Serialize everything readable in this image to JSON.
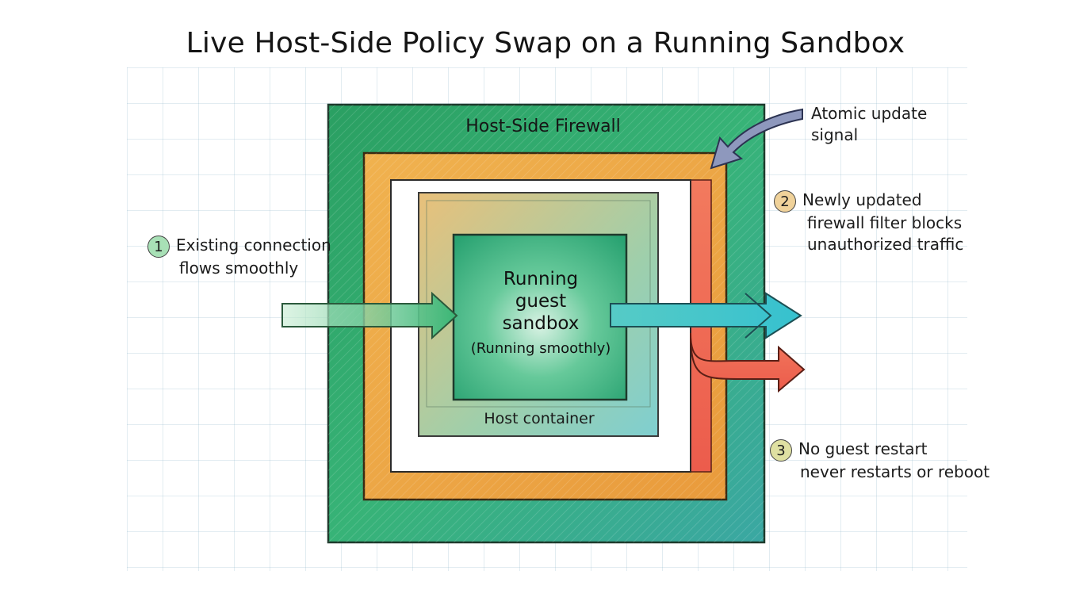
{
  "title": "Live Host-Side Policy Swap on a Running Sandbox",
  "firewall": {
    "label": "Host-Side Firewall"
  },
  "guest": {
    "line1": "Running",
    "line2": "guest",
    "line3": "sandbox",
    "status": "(Running smoothly)"
  },
  "host_container": {
    "label": "Host container"
  },
  "signal": {
    "line1": "Atomic update",
    "line2": "signal"
  },
  "callouts": [
    {
      "number": "1",
      "line1": "Existing connection",
      "line2": "flows smoothly",
      "color": "#a8e0b6"
    },
    {
      "number": "2",
      "line1": "Newly updated",
      "line2": "firewall filter blocks",
      "line3": "unauthorized traffic",
      "color": "#f0d29a"
    },
    {
      "number": "3",
      "line1": "No guest restart",
      "line2": "never restarts or reboot",
      "color": "#dfe0a2"
    }
  ],
  "colors": {
    "firewall_green": "#2fa66a",
    "filter_orange": "#eea94a",
    "block_red": "#ef6a55",
    "guest_green": "#3cbc7e",
    "flow_cyan": "#3fc7c8",
    "signal_blue": "#8792b8"
  }
}
